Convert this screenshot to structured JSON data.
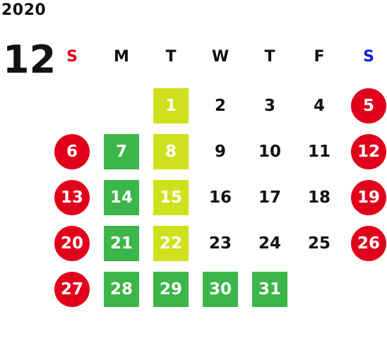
{
  "calendar": {
    "year": "2020",
    "month": "12",
    "weekdays": [
      {
        "label": "S",
        "color": "#e0001b"
      },
      {
        "label": "M",
        "color": "#111111"
      },
      {
        "label": "T",
        "color": "#111111"
      },
      {
        "label": "W",
        "color": "#111111"
      },
      {
        "label": "T",
        "color": "#111111"
      },
      {
        "label": "F",
        "color": "#111111"
      },
      {
        "label": "S",
        "color": "#0a1ed6"
      }
    ],
    "first_weekday_index": 2,
    "days_in_month": 31,
    "colors": {
      "holiday_red": "#e0001b",
      "green": "#3cb54a",
      "yellow_green": "#cfe01c"
    },
    "highlights": {
      "5": "red-circle",
      "6": "red-circle",
      "12": "red-circle",
      "13": "red-circle",
      "19": "red-circle",
      "20": "red-circle",
      "26": "red-circle",
      "27": "red-circle",
      "7": "green-square",
      "14": "green-square",
      "21": "green-square",
      "28": "green-square",
      "29": "green-square",
      "30": "green-square",
      "31": "green-square",
      "1": "yellow-square",
      "8": "yellow-square",
      "15": "yellow-square",
      "22": "yellow-square"
    }
  }
}
